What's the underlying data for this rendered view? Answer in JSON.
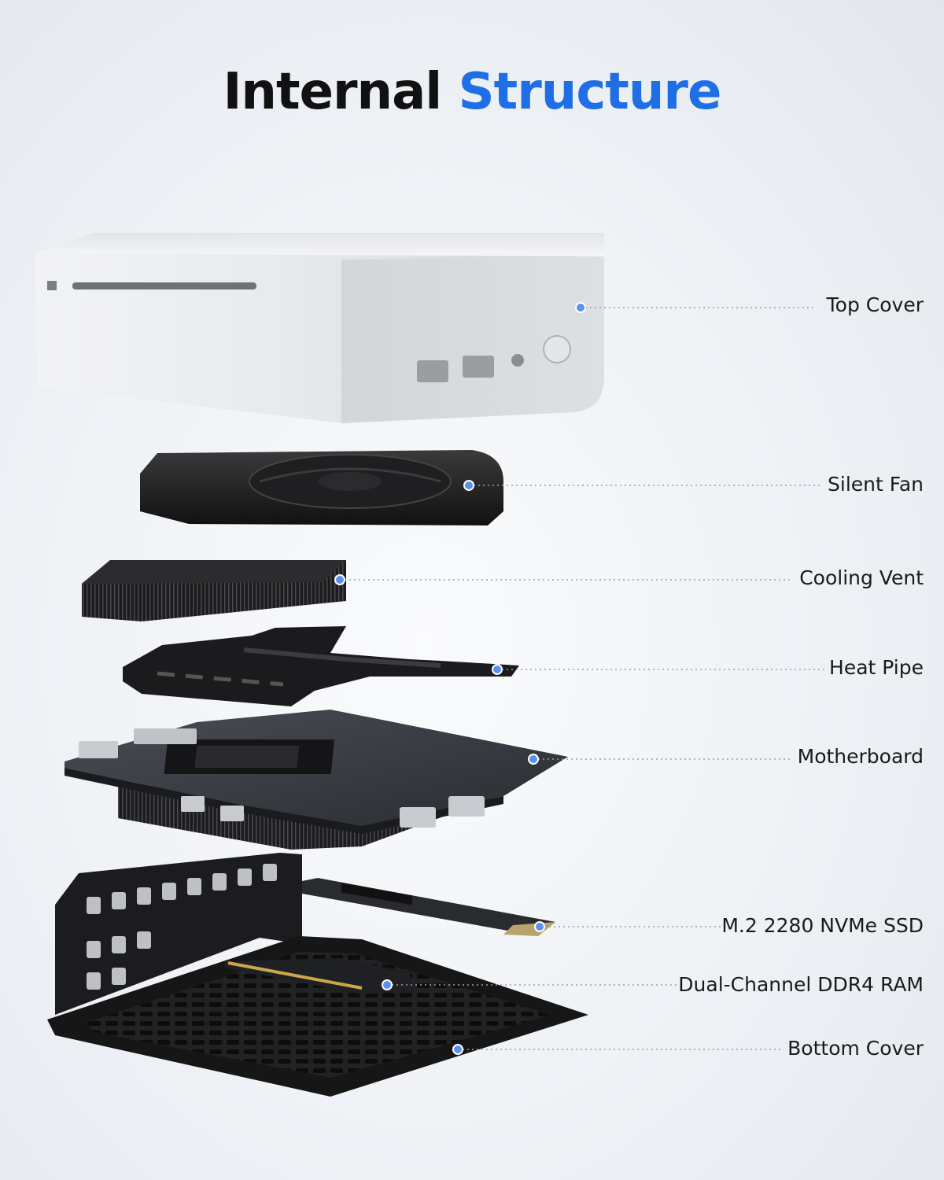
{
  "title": {
    "part1": "Internal",
    "part2": "Structure"
  },
  "colors": {
    "accent": "#1f6ee5",
    "marker": "#5b8ff0",
    "text": "#1a1a1a"
  },
  "components": [
    {
      "id": "top-cover",
      "label": "Top Cover"
    },
    {
      "id": "silent-fan",
      "label": "Silent Fan"
    },
    {
      "id": "cooling-vent",
      "label": "Cooling Vent"
    },
    {
      "id": "heat-pipe",
      "label": "Heat Pipe"
    },
    {
      "id": "motherboard",
      "label": "Motherboard"
    },
    {
      "id": "ssd",
      "label": "M.2 2280 NVMe SSD"
    },
    {
      "id": "ram",
      "label": "Dual-Channel DDR4 RAM"
    },
    {
      "id": "bottom-cover",
      "label": "Bottom Cover"
    }
  ]
}
